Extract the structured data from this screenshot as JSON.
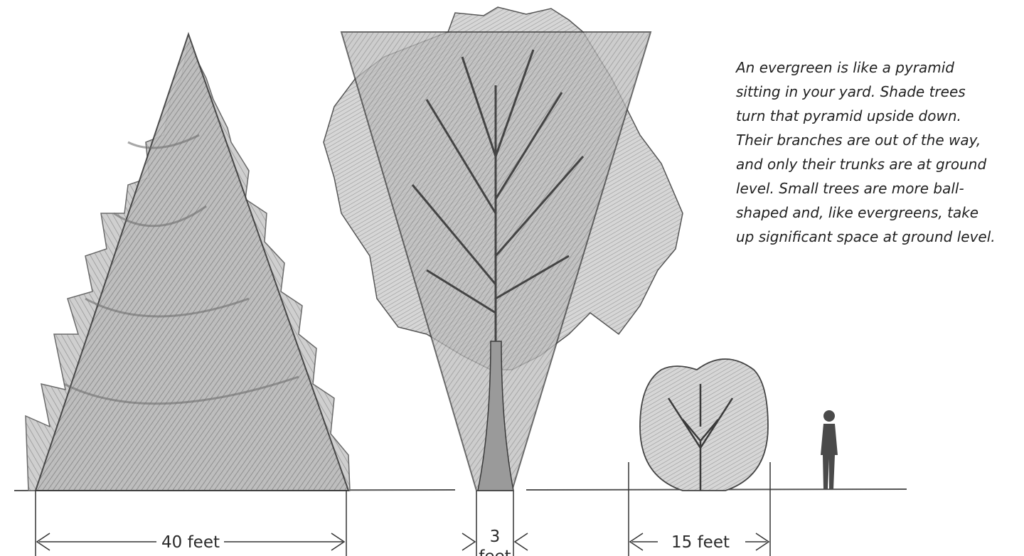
{
  "caption": {
    "lines": [
      "An evergreen is like a pyramid",
      "sitting in your yard. Shade trees",
      "turn that pyramid upside down.",
      "Their branches are out of the way,",
      "and only their trunks are at ground",
      "level. Small trees are more ball-",
      "shaped and, like evergreens, take",
      "up significant space at ground level."
    ]
  },
  "dimensions": {
    "evergreen_width": "40 feet",
    "trunk_width_line1": "3",
    "trunk_width_line2": "feet",
    "small_tree_width": "15 feet"
  },
  "colors": {
    "pencil_dark": "#3a3a3a",
    "pencil_mid": "#8a8a8a",
    "pencil_light": "#c9c9c9"
  }
}
